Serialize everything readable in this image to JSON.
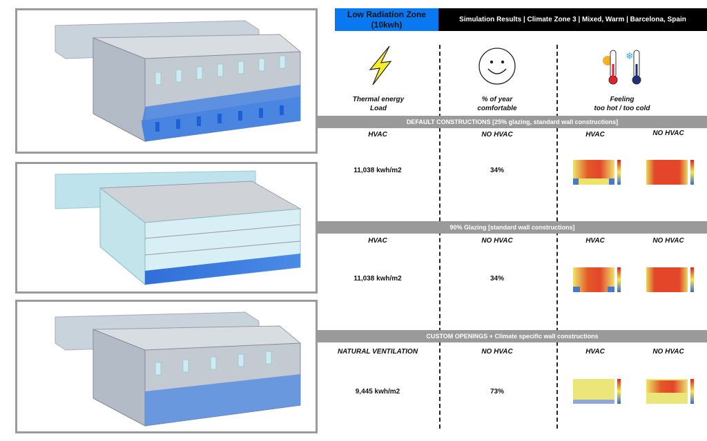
{
  "header": {
    "zone_title": "Low Radiation Zone",
    "zone_subtitle": "(10kwh)",
    "simulation_title": "Simulation Results | Climate Zone 3 | Mixed, Warm | Barcelona, Spain"
  },
  "metrics": [
    {
      "icon": "lightning-icon",
      "line1": "Thermal energy",
      "line2": "Load"
    },
    {
      "icon": "smiley-icon",
      "line1": "% of year",
      "line2": "comfortable"
    },
    {
      "icon": "thermometer-icon",
      "line1": "Feeling",
      "line2": "too hot / too cold"
    }
  ],
  "sections": [
    {
      "title": "DEFAULT CONSTRUCTIONS [25% glazing, standard wall constructions]",
      "col1_label": "HVAC",
      "col2_label": "NO HVAC",
      "col3_label": "HVAC",
      "col4_label": "NO HVAC",
      "energy": "11,038 kwh/m2",
      "comfort": "34%"
    },
    {
      "title": "90% Glazing [standard wall constructions]",
      "col1_label": "HVAC",
      "col2_label": "NO HVAC",
      "col3_label": "HVAC",
      "col4_label": "NO HVAC",
      "energy": "11,038 kwh/m2",
      "comfort": "34%"
    },
    {
      "title": "CUSTOM OPENINGS + Climate specific wall constructions",
      "col1_label": "NATURAL VENTILATION",
      "col2_label": "NO HVAC",
      "col3_label": "HVAC",
      "col4_label": "NO HVAC",
      "energy": "9,445 kwh/m2",
      "comfort": "73%"
    }
  ],
  "colors": {
    "accent_blue": "#0a78f0",
    "bar_gray": "#9a9a9a",
    "hot": "#e23a1c",
    "warm": "#f0e65a",
    "cold": "#3a6fc4"
  }
}
